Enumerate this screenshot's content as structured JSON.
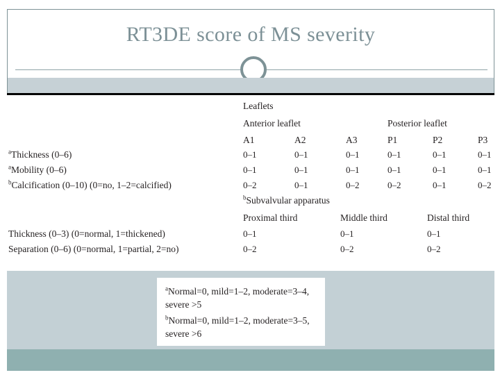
{
  "slide": {
    "title": "RT3DE score of MS severity",
    "title_color": "#7c9096",
    "accent_band_color": "#c6d1d6",
    "footer_band_color": "#8fb0b0",
    "rule_color": "#7d9296"
  },
  "table": {
    "leaflets_group": "Leaflets",
    "anterior_group": "Anterior leaflet",
    "posterior_group": "Posterior leaflet",
    "leaflet_columns": [
      "A1",
      "A2",
      "A3",
      "P1",
      "P2",
      "P3"
    ],
    "leaflet_rows": [
      {
        "marker": "a",
        "label": "Thickness (0–6)",
        "values": [
          "0–1",
          "0–1",
          "0–1",
          "0–1",
          "0–1",
          "0–1"
        ]
      },
      {
        "marker": "a",
        "label": "Mobility (0–6)",
        "values": [
          "0–1",
          "0–1",
          "0–1",
          "0–1",
          "0–1",
          "0–1"
        ]
      },
      {
        "marker": "b",
        "label": "Calcification (0–10) (0=no, 1–2=calcified)",
        "values": [
          "0–2",
          "0–1",
          "0–2",
          "0–2",
          "0–1",
          "0–2"
        ]
      }
    ],
    "subvalvular_group": "Subvalvular apparatus",
    "subvalvular_marker": "b",
    "subvalvular_columns": [
      "Proximal third",
      "Middle third",
      "Distal third"
    ],
    "subvalvular_rows": [
      {
        "label": "Thickness (0–3) (0=normal, 1=thickened)",
        "values": [
          "0–1",
          "0–1",
          "0–1"
        ]
      },
      {
        "label": "Separation (0–6) (0=normal, 1=partial, 2=no)",
        "values": [
          "0–2",
          "0–2",
          "0–2"
        ]
      }
    ]
  },
  "footnote": {
    "line_a_marker": "a",
    "line_a": "Normal=0, mild=1–2, moderate=3–4, severe >5",
    "line_b_marker": "b",
    "line_b": "Normal=0, mild=1–2, moderate=3–5, severe >6"
  }
}
